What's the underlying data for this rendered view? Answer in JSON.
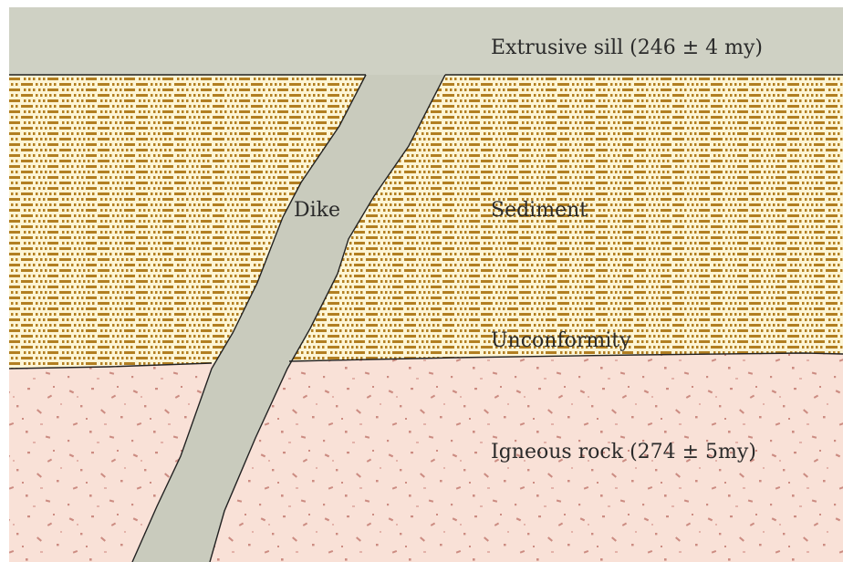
{
  "labels": {
    "extrusive_sill": "Extrusive sill (246 ± 4 my)",
    "dike": "Dike",
    "sediment": "Sediment",
    "unconformity": "Unconformity",
    "igneous_rock": "Igneous rock (274 ± 5my)"
  },
  "colors": {
    "sill": "#cfd1c4",
    "dike": "#c9cbbd",
    "sediment_bg": "#fdf5d5",
    "sediment_dash": "#b27f22",
    "igneous_bg": "#f9e1d7",
    "igneous_speck": "#cc8c82",
    "contact_line": "#222222"
  }
}
